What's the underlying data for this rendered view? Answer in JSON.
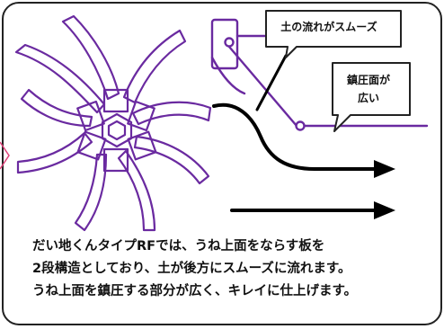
{
  "callouts": {
    "soil_flow": "土の流れがスムーズ",
    "compaction_line1": "鎮圧面が",
    "compaction_line2": "広い"
  },
  "caption": {
    "line1": "だい地くんタイプRFでは、うね上面をならす板を",
    "line2": "2段構造としており、土が後方にスムーズに流れます。",
    "line3": "うね上面を鎮圧する部分が広く、キレイに仕上げます。"
  },
  "colors": {
    "border": "#222222",
    "machine": "#6a2aa0",
    "arrow": "#000000",
    "accent": "#e0457b"
  }
}
